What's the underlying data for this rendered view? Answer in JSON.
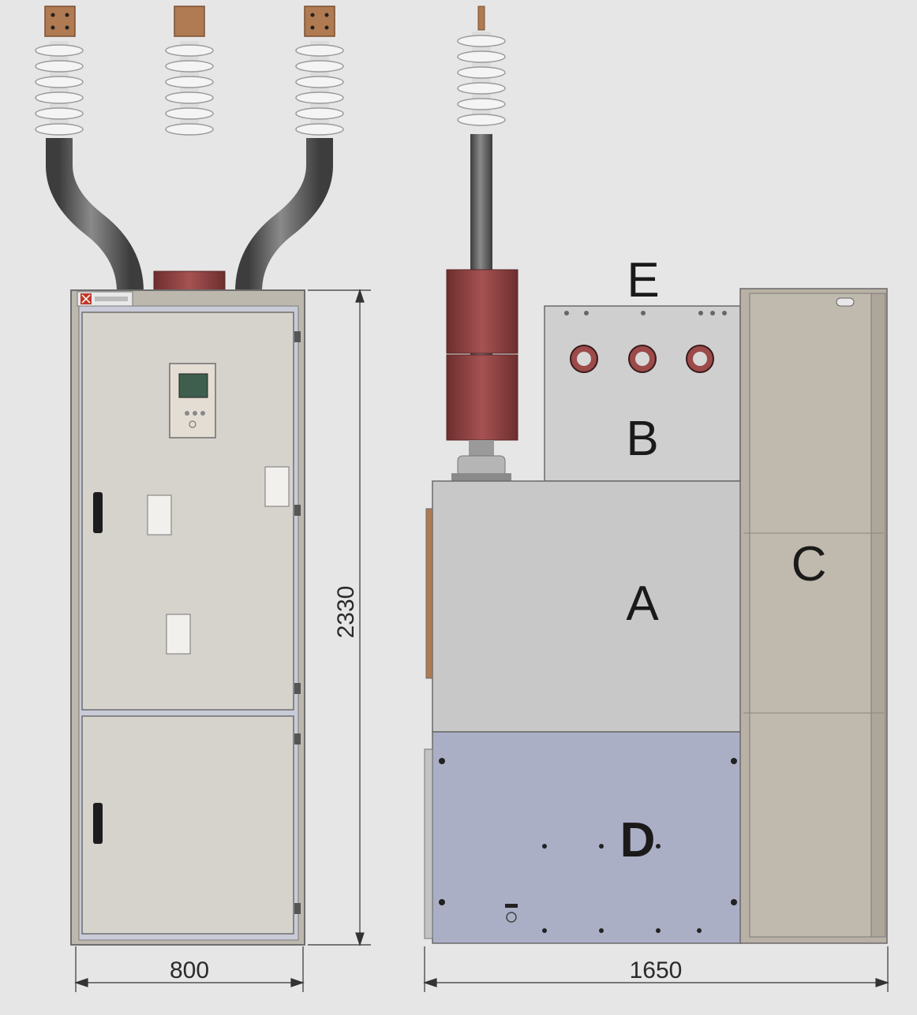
{
  "dimensions": {
    "front_width": "800",
    "side_width": "1650",
    "height": "2330"
  },
  "section_labels": {
    "a": "A",
    "b": "B",
    "c": "C",
    "d": "D",
    "e": "E"
  },
  "colors": {
    "background": "#e6e6e6",
    "cabinet_door": "#d6d2cc",
    "frame": "#bdb8ae",
    "cable": "#5c5c5c",
    "insulator": "#f2f2f2",
    "terminal": "#b07a52",
    "ct_ring": "#9c4a4a",
    "section_a": "#c8c8c8",
    "section_b": "#cfcfcf",
    "section_c": "#b9b1a5",
    "section_d": "#abafc6"
  }
}
